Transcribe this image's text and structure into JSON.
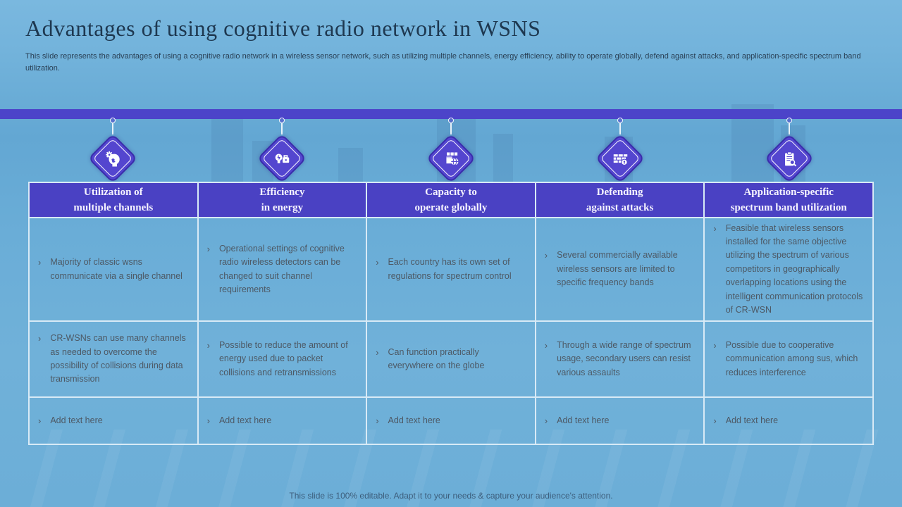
{
  "slide": {
    "title": "Advantages of using cognitive radio network in WSNS",
    "subtitle": "This slide represents the advantages of using a cognitive radio network in a wireless sensor network, such as utilizing multiple channels, energy efficiency, ability to operate globally, defend against attacks, and application-specific spectrum band utilization.",
    "footer": "This slide is 100% editable. Adapt it to your needs & capture your audience's attention."
  },
  "colors": {
    "background_blue": "#6FB0D9",
    "accent_purple": "#4C44C9",
    "header_purple": "#4A41C3",
    "diamond_purple": "#5446CF",
    "body_text": "#4D5965"
  },
  "timeline": {
    "markers": [
      {
        "icon": "cognitive-head-gear-icon"
      },
      {
        "icon": "energy-bulb-plug-icon"
      },
      {
        "icon": "global-capacity-icon"
      },
      {
        "icon": "firewall-lock-icon"
      },
      {
        "icon": "clipboard-search-icon"
      }
    ]
  },
  "table": {
    "bullet_char": "›",
    "columns": [
      {
        "header_line1": "Utilization of",
        "header_line2": "multiple channels",
        "cells": [
          "Majority of classic wsns communicate via a single channel",
          "CR-WSNs can use many channels as needed to overcome the possibility of collisions during data transmission",
          "Add text here"
        ]
      },
      {
        "header_line1": "Efficiency",
        "header_line2": "in energy",
        "cells": [
          "Operational settings of cognitive radio wireless detectors can be changed to suit channel requirements",
          "Possible to reduce the amount of energy used due to packet collisions and retransmissions",
          "Add text here"
        ]
      },
      {
        "header_line1": "Capacity to",
        "header_line2": "operate globally",
        "cells": [
          "Each country has its own set of regulations for spectrum control",
          "Can function practically everywhere on the globe",
          "Add text here"
        ]
      },
      {
        "header_line1": "Defending",
        "header_line2": "against attacks",
        "cells": [
          "Several commercially available wireless sensors are limited to specific frequency bands",
          "Through a wide range of spectrum usage, secondary users can resist various assaults",
          "Add text here"
        ]
      },
      {
        "header_line1": "Application-specific",
        "header_line2": "spectrum band utilization",
        "cells": [
          "Feasible that wireless sensors installed for the same objective utilizing the spectrum of various competitors in geographically overlapping locations using the intelligent communication protocols of CR-WSN",
          "Possible due to cooperative communication among sus, which reduces interference",
          "Add text here"
        ]
      }
    ]
  }
}
